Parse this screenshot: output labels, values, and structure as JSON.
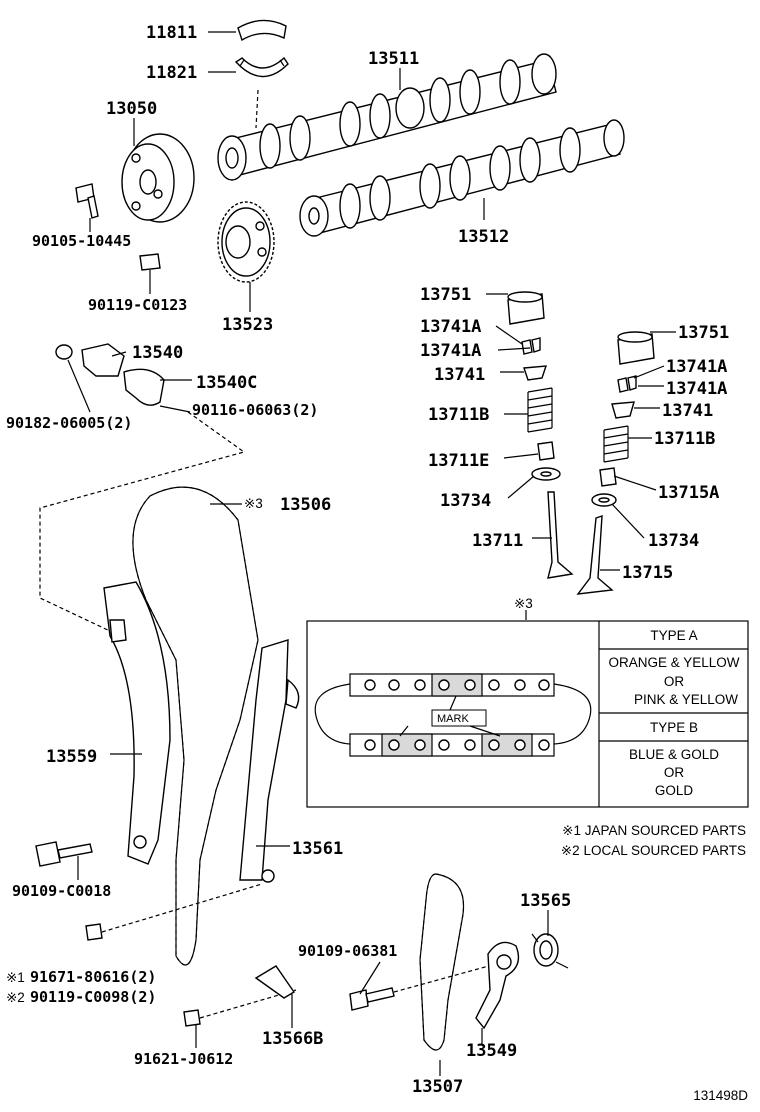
{
  "labels": {
    "p11811": "11811",
    "p11821": "11821",
    "p13511": "13511",
    "p13050": "13050",
    "p13512": "13512",
    "p90105": "90105-10445",
    "p90119a": "90119-C0123",
    "p13523": "13523",
    "p13540": "13540",
    "p13540c": "13540C",
    "p90182": "90182-06005(2)",
    "p90116": "90116-06063(2)",
    "p13751a": "13751",
    "p13741aa": "13741A",
    "p13741ab": "13741A",
    "p13741a": "13741",
    "p13711b_a": "13711B",
    "p13711e": "13711E",
    "p13734a": "13734",
    "p13711": "13711",
    "p13751b": "13751",
    "p13741ba": "13741A",
    "p13741bb": "13741A",
    "p13741b": "13741",
    "p13711b_b": "13711B",
    "p13715a": "13715A",
    "p13734b": "13734",
    "p13715": "13715",
    "p13506_mark": "※3",
    "p13506": "13506",
    "p13559": "13559",
    "p13561": "13561",
    "p90109a": "90109-C0018",
    "p91671_mark": "※1",
    "p91671": "91671-80616(2)",
    "p90119b_mark": "※2",
    "p90119b": "90119-C0098(2)",
    "p91621": "91621-J0612",
    "p13566b": "13566B",
    "p90109b": "90109-06381",
    "p13565": "13565",
    "p13549": "13549",
    "p13507": "13507"
  },
  "inset": {
    "ref": "※3",
    "mark_label": "MARK",
    "type_a": "TYPE A",
    "type_a_line1": "ORANGE & YELLOW",
    "type_a_line2": "OR",
    "type_a_line3": "PINK & YELLOW",
    "type_b": "TYPE B",
    "type_b_line1": "BLUE & GOLD",
    "type_b_line2": "OR",
    "type_b_line3": "GOLD"
  },
  "notes": {
    "note1": "※1 JAPAN SOURCED PARTS",
    "note2": "※2 LOCAL SOURCED PARTS"
  },
  "figure_id": "131498D"
}
